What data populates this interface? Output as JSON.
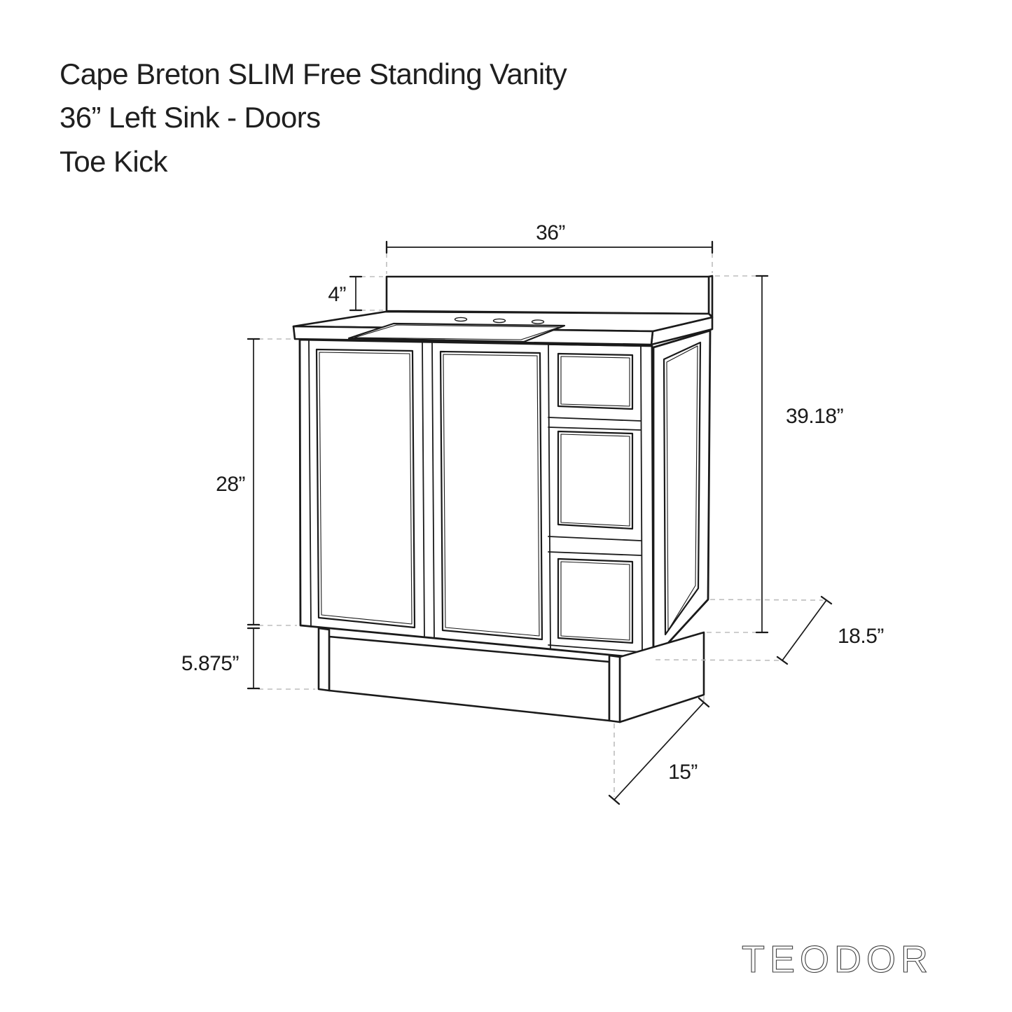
{
  "title": {
    "line1": "Cape Breton SLIM Free Standing Vanity",
    "line2": "36” Left Sink - Doors",
    "line3": "Toe Kick"
  },
  "dimensions": {
    "counter_width": "36”",
    "backsplash_height": "4”",
    "cabinet_height": "28”",
    "toe_kick_height": "5.875”",
    "overall_height": "39.18”",
    "cabinet_depth": "18.5”",
    "toe_kick_depth": "15”"
  },
  "brand": {
    "logo_text": "TEODOR"
  },
  "colors": {
    "line": "#1a1a1a",
    "dash": "#bdbdbd",
    "text": "#1f1f1f",
    "background": "#ffffff"
  }
}
